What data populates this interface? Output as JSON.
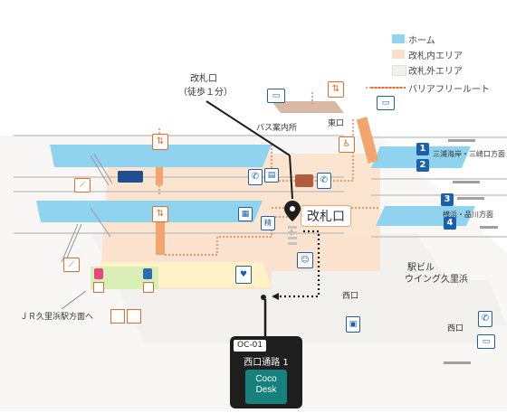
{
  "legend": {
    "platform": "ホーム",
    "inside_gate": "改札内エリア",
    "outside_gate": "改札外エリア",
    "barrier_free": "バリアフリールート",
    "colors": {
      "platform": "#8fd3ef",
      "inside_gate": "#fbe0c9",
      "outside_gate": "#f3f1ee",
      "barrier_free": "#e86a2c"
    }
  },
  "labels": {
    "gate_callout": "改札口\n（徒歩１分）",
    "gate_callout_line1": "改札口",
    "gate_callout_line2": "（徒歩１分）",
    "gate_main": "改札口",
    "bus_info": "バス案内所",
    "east_exit": "東口",
    "west_exit_center": "西口",
    "west_exit_right": "西口",
    "dir_misaki": "三浦海岸・三崎口方面",
    "dir_yokohama": "横浜・品川方面",
    "jr_direction": "ＪＲ久里浜駅方面へ",
    "building": "駅ビル",
    "building_name": "ウイング久里浜"
  },
  "platform_numbers": [
    "1",
    "2",
    "3",
    "4"
  ],
  "card": {
    "code": "OC-01",
    "title": "西口通路 1",
    "logo_line1": "Coco",
    "logo_line2": "Desk"
  },
  "icons": [
    "bus-icon",
    "elevator-icon",
    "escalator-icon",
    "wheelchair-icon",
    "telephone-icon",
    "locker-icon",
    "toilet-icon",
    "station-shop-icon",
    "location-pin-icon"
  ]
}
